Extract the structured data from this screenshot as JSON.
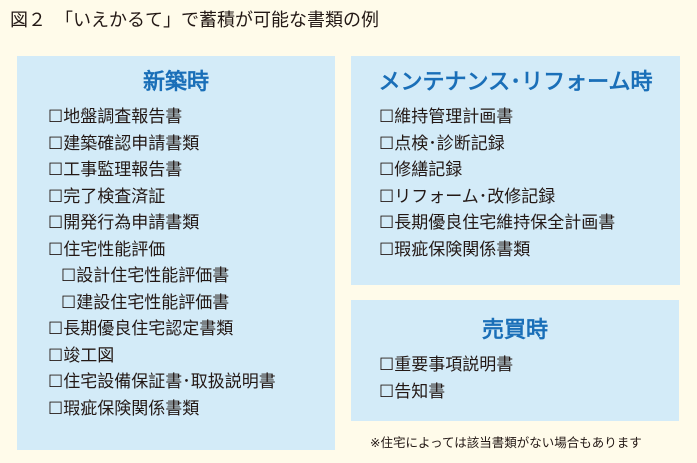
{
  "title": "図２　「いえかるて」で蓄積が可能な書類の例",
  "checkbox": "☐",
  "new_construction": {
    "heading": "新築時",
    "items": [
      {
        "label": "地盤調査報告書",
        "sub": false
      },
      {
        "label": "建築確認申請書類",
        "sub": false
      },
      {
        "label": "工事監理報告書",
        "sub": false
      },
      {
        "label": "完了検査済証",
        "sub": false
      },
      {
        "label": "開発行為申請書類",
        "sub": false
      },
      {
        "label": "住宅性能評価",
        "sub": false
      },
      {
        "label": "設計住宅性能評価書",
        "sub": true
      },
      {
        "label": "建設住宅性能評価書",
        "sub": true
      },
      {
        "label": "長期優良住宅認定書類",
        "sub": false
      },
      {
        "label": "竣工図",
        "sub": false
      },
      {
        "label": "住宅設備保証書･取扱説明書",
        "sub": false
      },
      {
        "label": "瑕疵保険関係書類",
        "sub": false
      }
    ]
  },
  "maintenance": {
    "heading": "メンテナンス･リフォーム時",
    "items": [
      {
        "label": "維持管理計画書"
      },
      {
        "label": "点検･診断記録"
      },
      {
        "label": "修繕記録"
      },
      {
        "label": "リフォーム･改修記録"
      },
      {
        "label": "長期優良住宅維持保全計画書"
      },
      {
        "label": "瑕疵保険関係書類"
      }
    ]
  },
  "sale": {
    "heading": "売買時",
    "items": [
      {
        "label": "重要事項説明書"
      },
      {
        "label": "告知書"
      }
    ]
  },
  "note": "※住宅によっては該当書類がない場合もあります",
  "colors": {
    "background": "#fffbea",
    "box": "#d3ebf8",
    "heading": "#1a6fb8"
  }
}
